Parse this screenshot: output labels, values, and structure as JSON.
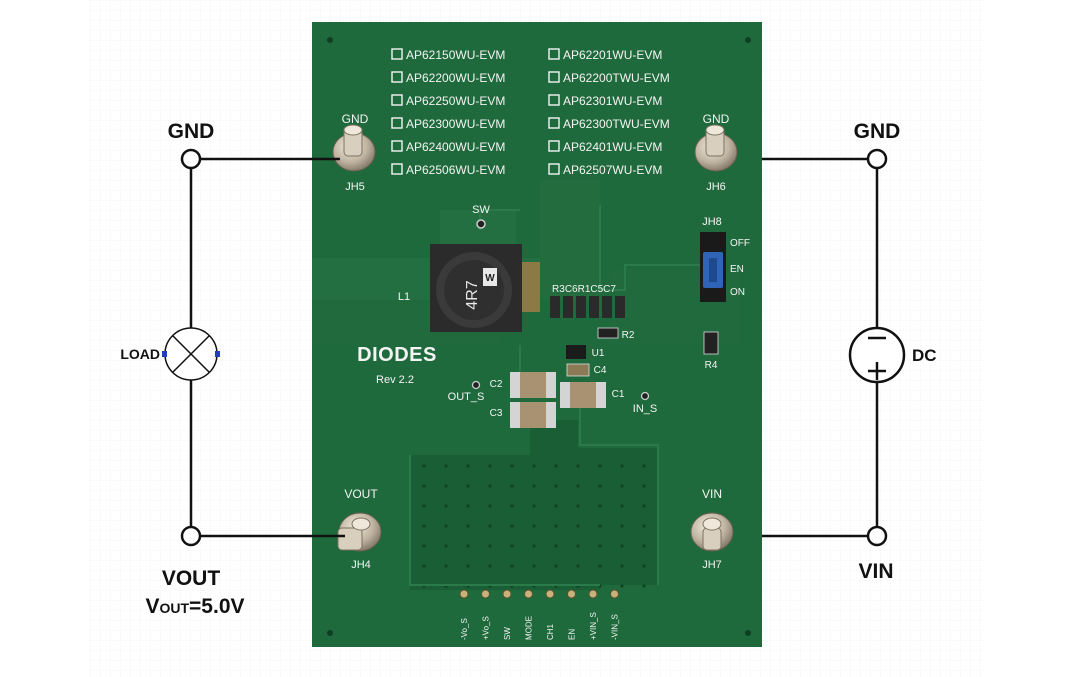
{
  "external": {
    "gnd_left": "GND",
    "gnd_right": "GND",
    "load": "LOAD",
    "dc": "DC",
    "vout": "VOUT",
    "vout_value_prefix": "V",
    "vout_value_sub": "OUT",
    "vout_value_suffix": "=5.0V",
    "vin": "VIN"
  },
  "board": {
    "variants_left": [
      "AP62150WU-EVM",
      "AP62200WU-EVM",
      "AP62250WU-EVM",
      "AP62300WU-EVM",
      "AP62400WU-EVM",
      "AP62506WU-EVM"
    ],
    "variants_right": [
      "AP62201WU-EVM",
      "AP62200TWU-EVM",
      "AP62301WU-EVM",
      "AP62300TWU-EVM",
      "AP62401WU-EVM",
      "AP62507WU-EVM"
    ],
    "gnd_left_label": "GND",
    "gnd_left_ref": "JH5",
    "gnd_right_label": "GND",
    "gnd_right_ref": "JH6",
    "vout_label": "VOUT",
    "vout_ref": "JH4",
    "vin_label": "VIN",
    "vin_ref": "JH7",
    "sw_label": "SW",
    "jumper_ref": "JH8",
    "jumper_off": "OFF",
    "jumper_en": "EN",
    "jumper_on": "ON",
    "inductor_ref": "L1",
    "inductor_value": "4R7",
    "logo": "DIODES",
    "revision": "Rev 2.2",
    "ref_c2": "C2",
    "ref_c3": "C3",
    "ref_c1": "C1",
    "ref_c4": "C4",
    "ref_u1": "U1",
    "ref_r2": "R2",
    "ref_r4": "R4",
    "ref_group": "R3C6R1C5C7",
    "out_s": "OUT_S",
    "in_s": "IN_S",
    "header_pins": [
      "-Vo_S",
      "+Vo_S",
      "SW",
      "MODE",
      "CH1",
      "EN",
      "+VIN_S",
      "-VIN_S"
    ]
  },
  "colors": {
    "pcb": "#1f6a3c",
    "pcb_dark": "#17552f",
    "silk": "#f4f4f4",
    "wire": "#111111",
    "grid": "#d9d9d9"
  }
}
